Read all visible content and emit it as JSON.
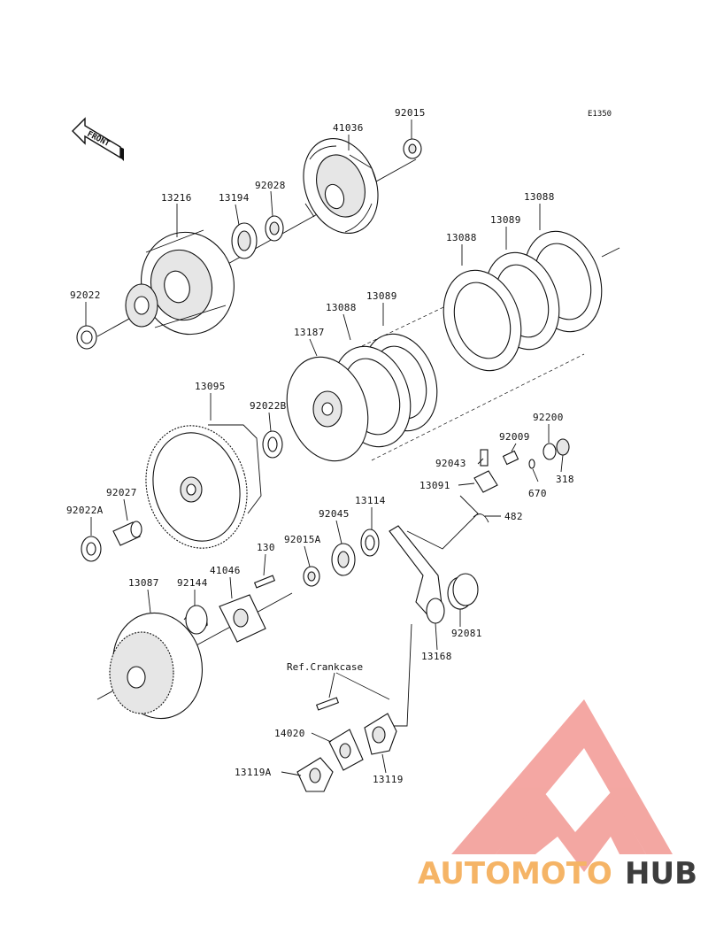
{
  "diagram_code": "E1350",
  "front_label": "FRONT",
  "reference_label": "Ref.Crankcase",
  "watermark": {
    "text_light": "AUTOMOTO",
    "text_dark": "HUB",
    "color_light": "#f5b466",
    "color_dark": "#3d3d3d",
    "logo_color": "#f08a84"
  },
  "parts": [
    {
      "id": "p-41036",
      "label": "41036"
    },
    {
      "id": "p-92015",
      "label": "92015"
    },
    {
      "id": "p-13216",
      "label": "13216"
    },
    {
      "id": "p-13194",
      "label": "13194"
    },
    {
      "id": "p-92028",
      "label": "92028"
    },
    {
      "id": "p-92022",
      "label": "92022"
    },
    {
      "id": "p-13088-a",
      "label": "13088"
    },
    {
      "id": "p-13089-a",
      "label": "13089"
    },
    {
      "id": "p-13088-b",
      "label": "13088"
    },
    {
      "id": "p-13089-b",
      "label": "13089"
    },
    {
      "id": "p-13088-c",
      "label": "13088"
    },
    {
      "id": "p-13187",
      "label": "13187"
    },
    {
      "id": "p-13095",
      "label": "13095"
    },
    {
      "id": "p-92022B",
      "label": "92022B"
    },
    {
      "id": "p-92200",
      "label": "92200"
    },
    {
      "id": "p-92009",
      "label": "92009"
    },
    {
      "id": "p-92043",
      "label": "92043"
    },
    {
      "id": "p-318",
      "label": "318"
    },
    {
      "id": "p-13091",
      "label": "13091"
    },
    {
      "id": "p-670",
      "label": "670"
    },
    {
      "id": "p-92027",
      "label": "92027"
    },
    {
      "id": "p-92022A",
      "label": "92022A"
    },
    {
      "id": "p-13114",
      "label": "13114"
    },
    {
      "id": "p-92045",
      "label": "92045"
    },
    {
      "id": "p-482",
      "label": "482"
    },
    {
      "id": "p-92015A",
      "label": "92015A"
    },
    {
      "id": "p-130",
      "label": "130"
    },
    {
      "id": "p-41046",
      "label": "41046"
    },
    {
      "id": "p-13087",
      "label": "13087"
    },
    {
      "id": "p-92144",
      "label": "92144"
    },
    {
      "id": "p-92081",
      "label": "92081"
    },
    {
      "id": "p-13168",
      "label": "13168"
    },
    {
      "id": "p-14020",
      "label": "14020"
    },
    {
      "id": "p-13119",
      "label": "13119"
    },
    {
      "id": "p-13119A",
      "label": "13119A"
    }
  ]
}
